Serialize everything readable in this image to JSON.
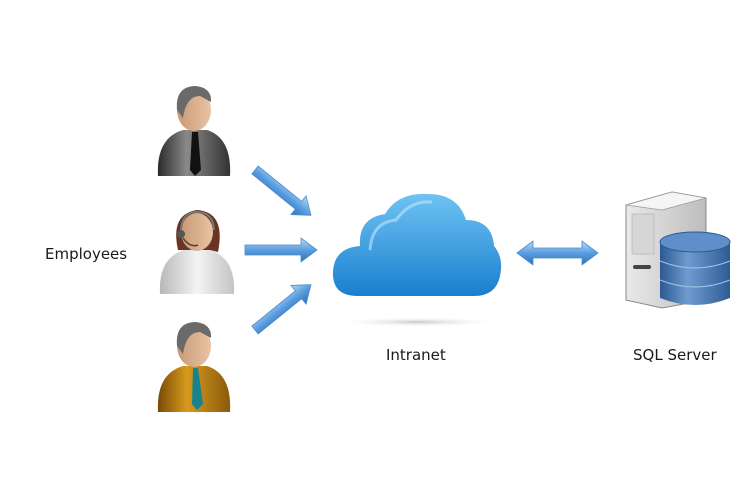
{
  "labels": {
    "employees": "Employees",
    "intranet": "Intranet",
    "sql_server": "SQL Server"
  },
  "nodes": [
    {
      "id": "employee-1",
      "icon": "businessman-gray-suit-icon"
    },
    {
      "id": "employee-2",
      "icon": "support-agent-headset-icon"
    },
    {
      "id": "employee-3",
      "icon": "businessman-orange-suit-icon"
    },
    {
      "id": "intranet",
      "icon": "cloud-icon"
    },
    {
      "id": "sql-server",
      "icon": "database-server-icon"
    }
  ],
  "edges": [
    {
      "from": "employee-1",
      "to": "intranet",
      "direction": "one-way"
    },
    {
      "from": "employee-2",
      "to": "intranet",
      "direction": "one-way"
    },
    {
      "from": "employee-3",
      "to": "intranet",
      "direction": "one-way"
    },
    {
      "from": "intranet",
      "to": "sql-server",
      "direction": "two-way"
    }
  ],
  "colors": {
    "arrow": "#5b9ee0",
    "cloud": "#2a8fd6",
    "database": "#3f73ad"
  }
}
